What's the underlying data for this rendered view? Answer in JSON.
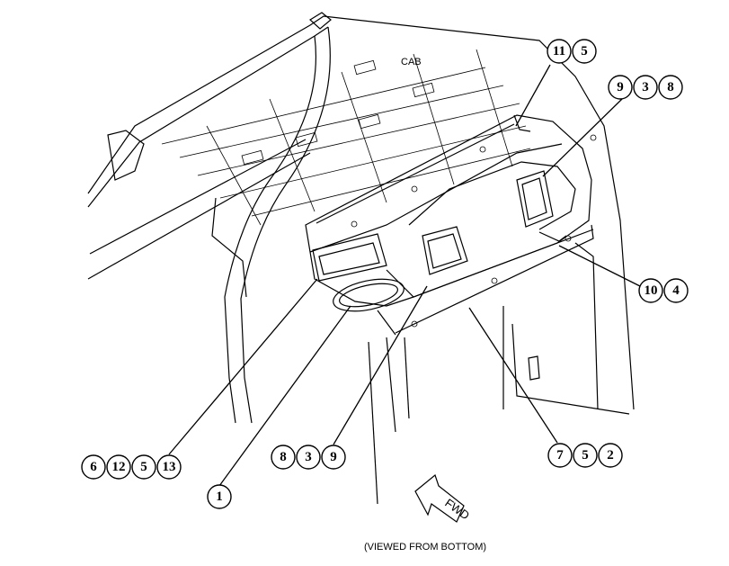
{
  "labels": {
    "cab": "CAB",
    "fwd": "FWD",
    "view_note": "(VIEWED FROM BOTTOM)"
  },
  "callouts": [
    {
      "id": "callout-11-5",
      "numbers": [
        "11",
        "5"
      ]
    },
    {
      "id": "callout-9-3-8",
      "numbers": [
        "9",
        "3",
        "8"
      ]
    },
    {
      "id": "callout-10-4",
      "numbers": [
        "10",
        "4"
      ]
    },
    {
      "id": "callout-7-5-2",
      "numbers": [
        "7",
        "5",
        "2"
      ]
    },
    {
      "id": "callout-8-3-9",
      "numbers": [
        "8",
        "3",
        "9"
      ]
    },
    {
      "id": "callout-6-12-5-13",
      "numbers": [
        "6",
        "12",
        "5",
        "13"
      ]
    },
    {
      "id": "callout-1",
      "numbers": [
        "1"
      ]
    }
  ]
}
